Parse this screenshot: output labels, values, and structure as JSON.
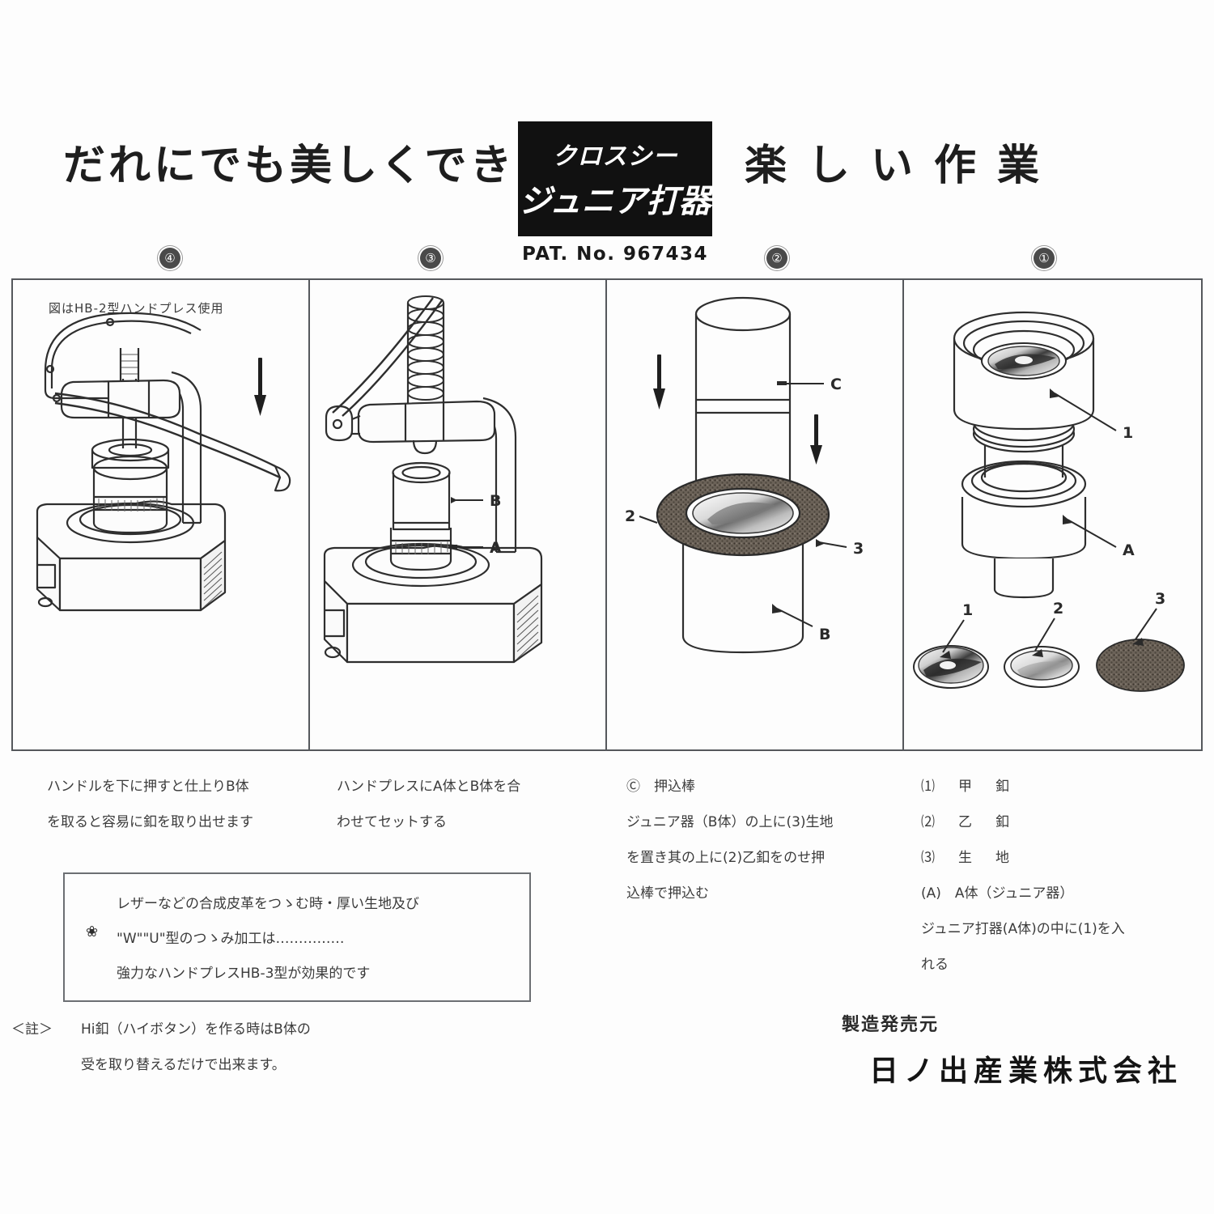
{
  "header": {
    "headline_left": "だれにでも美しくでき",
    "headline_right": "楽しい作業",
    "logo_line1": "クロスシー",
    "logo_line2": "ジュニア打器",
    "patent": "PAT. No. 967434"
  },
  "markers": {
    "panel4": "④",
    "panel3": "③",
    "panel2": "②",
    "panel1": "①"
  },
  "panels": {
    "p4": {
      "note": "図はHB-2型ハンドプレス使用",
      "labels": []
    },
    "p3": {
      "note": "",
      "labels": [
        "B",
        "A"
      ]
    },
    "p2": {
      "note": "",
      "labels": [
        "C",
        "2",
        "3",
        "B"
      ]
    },
    "p1": {
      "note": "",
      "labels": [
        "1",
        "A",
        "1",
        "2",
        "3"
      ]
    }
  },
  "captions": {
    "col4": [
      "ハンドルを下に押すと仕上りB体",
      "を取ると容易に釦を取り出せます"
    ],
    "col3": [
      "ハンドプレスにA体とB体を合",
      "わせてセットする"
    ],
    "col2": [
      "Ⓒ　押込棒",
      "ジュニア器（B体）の上に(3)生地",
      "を置き其の上に(2)乙釦をのせ押",
      "込棒で押込む"
    ],
    "col1": [
      "⑴　甲　釦",
      "⑵　乙　釦",
      "⑶　生　地",
      "(A)　A体（ジュニア器）",
      "ジュニア打器(A体)の中に(1)を入",
      "れる"
    ]
  },
  "tipbox": {
    "marker": "❀",
    "lines": [
      "レザーなどの合成皮革をつゝむ時・厚い生地及び",
      "\"W\"\"U\"型のつゝみ加工は……………",
      "強力なハンドプレスHB-3型が効果的です"
    ]
  },
  "footnote": {
    "label": "＜註＞",
    "line1": "Hi釦（ハイボタン）を作る時はB体の",
    "line2": "受を取り替えるだけで出来ます。"
  },
  "maker": {
    "label": "製造発売元",
    "name": "日ノ出産業株式会社"
  },
  "colors": {
    "ink": "#2b2b2b",
    "logo_bg": "#111111",
    "border": "#55585c",
    "paper": "#fdfdfd"
  }
}
